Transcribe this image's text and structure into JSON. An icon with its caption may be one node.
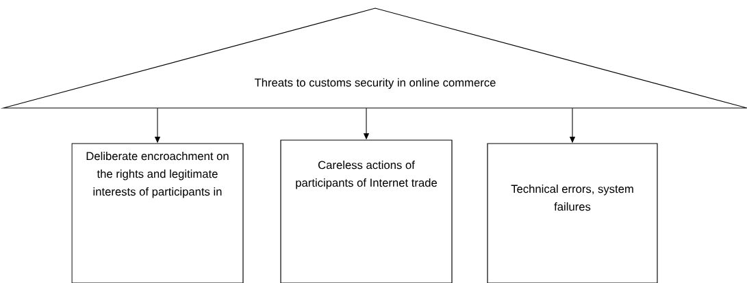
{
  "diagram": {
    "nodes": [
      {
        "text": [
          "Threats to customs security in online commerce"
        ]
      },
      {
        "text": [
          "Deliberate encroachment on the rights and legitimate interests of participants in"
        ]
      },
      {
        "text": [
          "Careless actions of participants of Internet trade"
        ]
      },
      {
        "text": [
          "Technical errors, system failures"
        ]
      }
    ],
    "edges": [
      {
        "from": 0,
        "to": 1,
        "arrow": "to"
      },
      {
        "from": 0,
        "to": 2,
        "arrow": "to"
      },
      {
        "from": 0,
        "to": 3,
        "arrow": "to"
      }
    ]
  }
}
